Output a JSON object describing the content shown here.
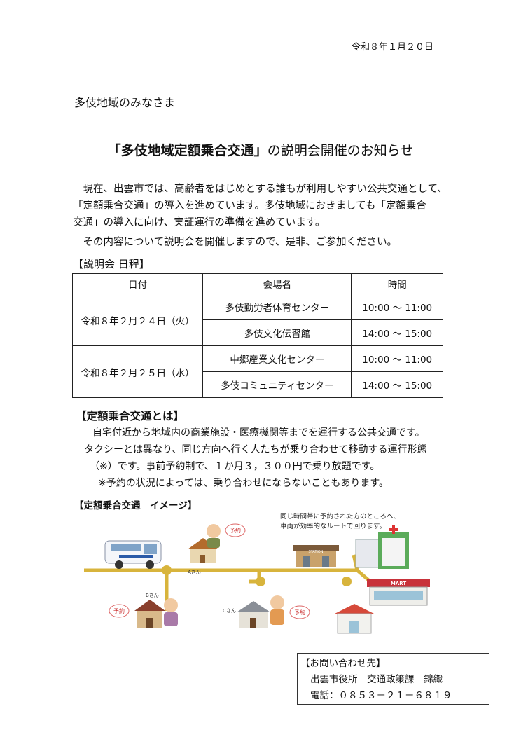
{
  "header": {
    "date": "令和８年１月２０日",
    "greeting": "多伎地域のみなさま"
  },
  "title": {
    "quoted": "「多伎地域定額乗合交通」",
    "rest": "の説明会開催のお知らせ"
  },
  "intro": {
    "line1": "現在、出雲市では、高齢者をはじめとする誰もが利用しやすい公共交通として、",
    "line2": "「定額乗合交通」の導入を進めています。多伎地域におきましても「定額乗合",
    "line3": "交通」の導入に向け、実証運行の準備を進めています。",
    "line4": "その内容について説明会を開催しますので、是非、ご参加ください。"
  },
  "schedule": {
    "heading": "【説明会 日程】",
    "columns": [
      "日付",
      "会場名",
      "時間"
    ],
    "groups": [
      {
        "date": "令和８年２月２４日（火）",
        "rows": [
          {
            "venue": "多伎勤労者体育センター",
            "time": "10:00 ～ 11:00"
          },
          {
            "venue": "多伎文化伝習館",
            "time": "14:00 ～ 15:00"
          }
        ]
      },
      {
        "date": "令和８年２月２５日（水）",
        "rows": [
          {
            "venue": "中郷産業文化センター",
            "time": "10:00 ～ 11:00"
          },
          {
            "venue": "多伎コミュニティセンター",
            "time": "14:00 ～ 15:00"
          }
        ]
      }
    ]
  },
  "about": {
    "heading": "【定額乗合交通とは】",
    "line1": "自宅付近から地域内の商業施設・医療機関等までを運行する公共交通です。",
    "line2": "タクシーとは異なり、同じ方向へ行く人たちが乗り合わせて移動する運行形態",
    "line3": "（※）です。事前予約制で、１か月３，３００円で乗り放題です。",
    "note": "※予約の状況によっては、乗り合わせにならないこともあります。"
  },
  "image": {
    "heading": "【定額乗合交通　イメージ】",
    "caption1": "同じ時間帯に予約された方のところへ、",
    "caption2": "車両が効率的なルートで回ります。",
    "bubble": "予約",
    "person_a": "Aさん",
    "person_b": "Bさん",
    "person_c": "Cさん",
    "station": "STATION",
    "mart": "MART",
    "colors": {
      "route": "#d8b43c",
      "hospital": "#5bab5a",
      "mart_roof": "#c8323a"
    }
  },
  "contact": {
    "heading": "【お問い合わせ先】",
    "office": "出雲市役所　交通政策課　錦織",
    "phone": "電話：０８５３－２１－６８１９"
  }
}
